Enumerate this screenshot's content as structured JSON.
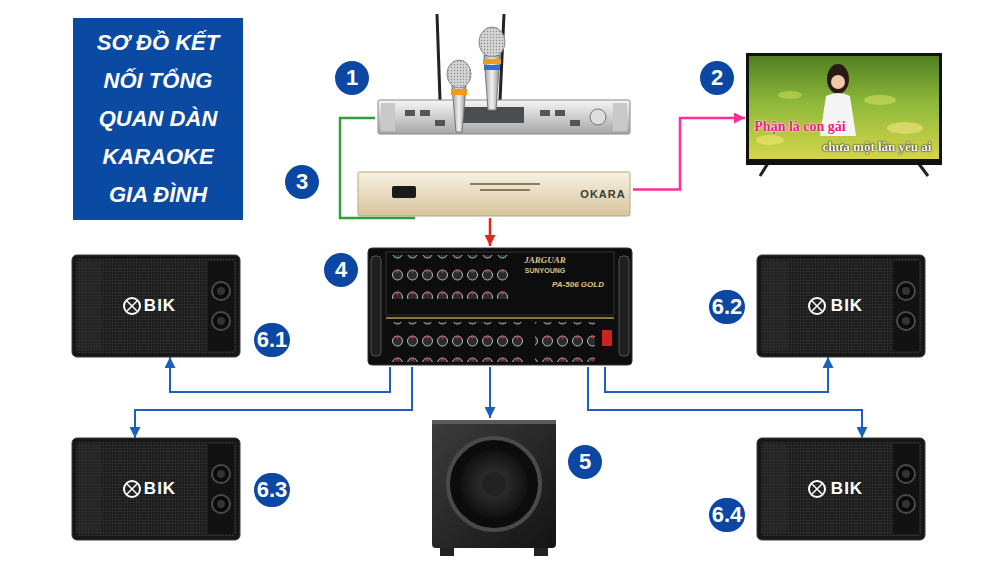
{
  "diagram": {
    "title": "SƠ ĐỒ KẾT NỐI TỔNG QUAN DÀN KARAOKE GIA ĐÌNH",
    "nodes": [
      {
        "text": [
          "1"
        ]
      },
      {
        "text": [
          "2"
        ]
      },
      {
        "text": [
          "3"
        ]
      },
      {
        "text": [
          "4"
        ]
      },
      {
        "text": [
          "6.1"
        ]
      },
      {
        "text": [
          "6.2"
        ]
      },
      {
        "text": [
          "5"
        ]
      },
      {
        "text": [
          "6.3"
        ]
      },
      {
        "text": [
          "6.4"
        ]
      }
    ],
    "edges": [
      {
        "from": 0,
        "to": 2,
        "arrow": "none"
      },
      {
        "from": 2,
        "to": 1,
        "arrow": "to"
      },
      {
        "from": 2,
        "to": 3,
        "arrow": "to"
      },
      {
        "from": 3,
        "to": 4,
        "arrow": "to"
      },
      {
        "from": 3,
        "to": 5,
        "arrow": "to"
      },
      {
        "from": 3,
        "to": 6,
        "arrow": "to"
      },
      {
        "from": 3,
        "to": 7,
        "arrow": "to"
      },
      {
        "from": 3,
        "to": 8,
        "arrow": "to"
      }
    ],
    "labels": [
      "Phận là con gái",
      "chưa một lần yêu ai",
      "OKARA",
      "JARGUAR",
      "SUNYOUNG",
      "PA-506 GOLD",
      "BIK",
      "BIK",
      "BIK",
      "BIK"
    ]
  }
}
